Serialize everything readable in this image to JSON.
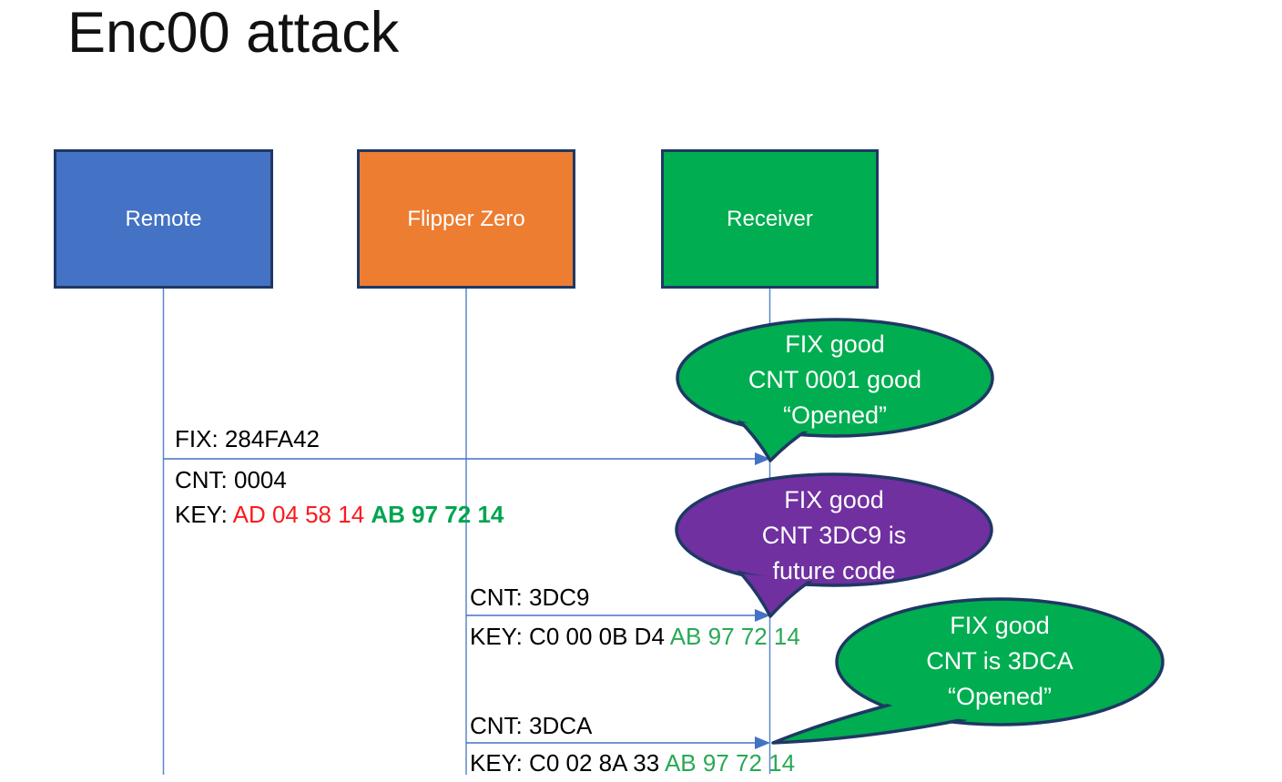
{
  "title": "Enc00 attack",
  "actors": [
    {
      "id": "remote",
      "label": "Remote",
      "fill": "#4472C4"
    },
    {
      "id": "flipper",
      "label": "Flipper Zero",
      "fill": "#ED7D31"
    },
    {
      "id": "receiver",
      "label": "Receiver",
      "fill": "#00AD50"
    }
  ],
  "messages": [
    {
      "from": "Remote",
      "to": "Receiver",
      "fix": "FIX: 284FA42",
      "cnt": "CNT: 0004",
      "key_prefix": "KEY: ",
      "key_red": "AD 04 58 14 ",
      "key_green": "AB 97 72 14"
    },
    {
      "from": "Flipper Zero",
      "to": "Receiver",
      "cnt": "CNT: 3DC9",
      "key_prefix": "KEY: C0 00 0B D4 ",
      "key_green": "AB 97 72 14"
    },
    {
      "from": "Flipper Zero",
      "to": "Receiver",
      "cnt": "CNT: 3DCA",
      "key_prefix": "KEY: C0 02 8A 33 ",
      "key_green": "AB 97 72 14"
    }
  ],
  "callouts": [
    {
      "color": "#00AD50",
      "lines": [
        "FIX good",
        "CNT 0001 good",
        "“Opened”"
      ]
    },
    {
      "color": "#7030A0",
      "lines": [
        "FIX good",
        "CNT 3DC9 is",
        "future code"
      ]
    },
    {
      "color": "#00AD50",
      "lines": [
        "FIX good",
        "CNT is 3DCA",
        "“Opened”"
      ]
    }
  ],
  "colors": {
    "outline_navy": "#1F3864",
    "arrow_blue": "#4472C4",
    "key_red": "#FB1A1D",
    "key_green_bold": "#00A550",
    "key_green": "#28A956",
    "callout_green": "#00AD50",
    "callout_purple": "#7030A0"
  }
}
